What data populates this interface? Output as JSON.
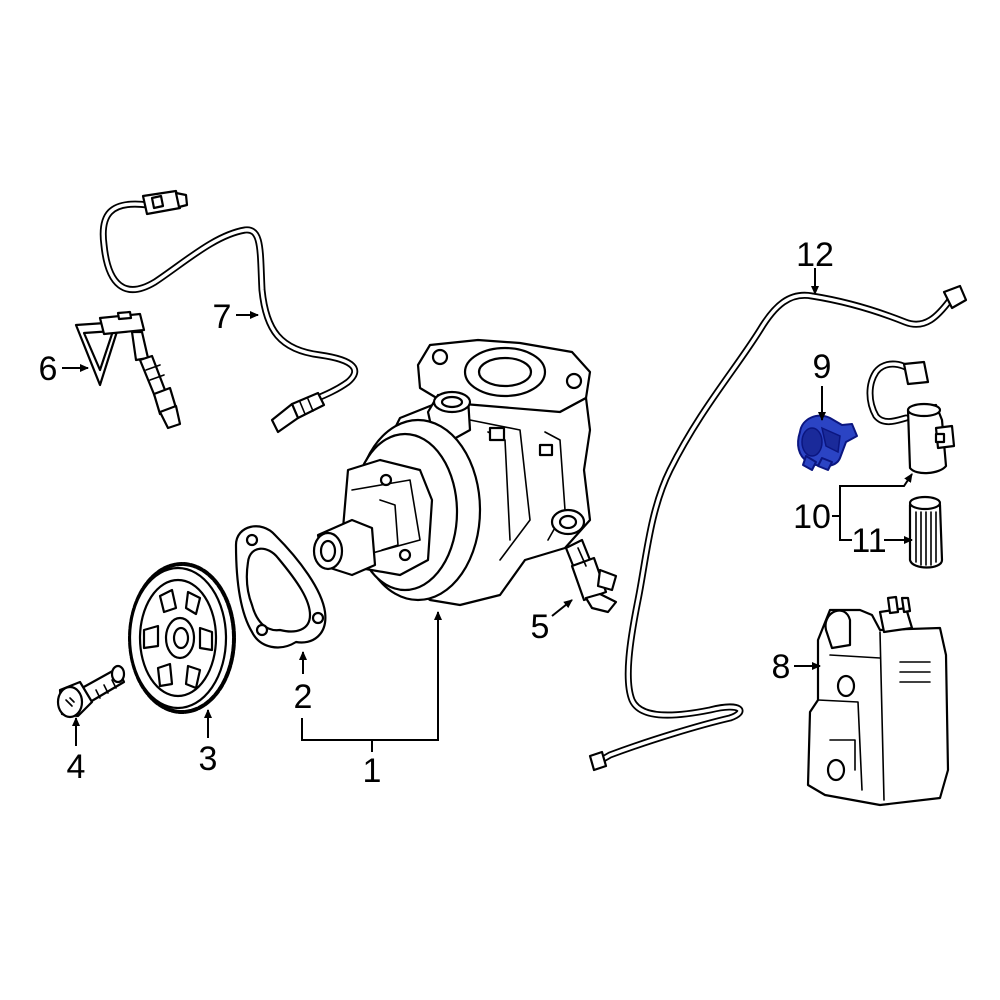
{
  "diagram": {
    "callouts": [
      {
        "id": "1",
        "text": "1"
      },
      {
        "id": "2",
        "text": "2"
      },
      {
        "id": "3",
        "text": "3"
      },
      {
        "id": "4",
        "text": "4"
      },
      {
        "id": "5",
        "text": "5"
      },
      {
        "id": "6",
        "text": "6"
      },
      {
        "id": "7",
        "text": "7"
      },
      {
        "id": "8",
        "text": "8"
      },
      {
        "id": "9",
        "text": "9"
      },
      {
        "id": "10",
        "text": "10"
      },
      {
        "id": "11",
        "text": "11"
      },
      {
        "id": "12",
        "text": "12"
      }
    ],
    "highlight_color": "#2b44c4",
    "line_color": "#000000",
    "background": "#ffffff"
  }
}
